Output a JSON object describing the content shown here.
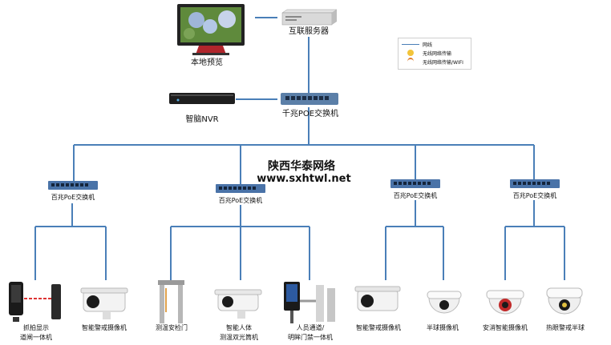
{
  "legend": {
    "items": [
      {
        "label": "网线",
        "icon": "line-icon"
      },
      {
        "label": "无线网络传输",
        "icon": "wireless-icon"
      },
      {
        "label": "无线网络传输/WIFI",
        "icon": "wifi-icon"
      }
    ]
  },
  "watermark": {
    "company": "陕西华泰网络",
    "url": "www.sxhtwl.net"
  },
  "nodes": {
    "local_preview": "本地预览",
    "internet_server": "互联服务器",
    "smart_nvr": "智脑NVR",
    "gigabit_poe": "千兆POE交换机",
    "poe_switch_1": "百兆PoE交换机",
    "poe_switch_2": "百兆PoE交换机",
    "poe_switch_3": "百兆PoE交换机",
    "poe_switch_4": "百兆PoE交换机"
  },
  "devices": [
    {
      "line1": "抓拍显示",
      "line2": "道闸一体机"
    },
    {
      "line1": "智能警戒摄像机",
      "line2": ""
    },
    {
      "line1": "测温安检门",
      "line2": ""
    },
    {
      "line1": "智能人体",
      "line2": "测温双光筒机"
    },
    {
      "line1": "人员通道/",
      "line2": "明眸门禁一体机"
    },
    {
      "line1": "智能警戒摄像机",
      "line2": ""
    },
    {
      "line1": "半球摄像机",
      "line2": ""
    },
    {
      "line1": "安消智能摄像机",
      "line2": ""
    },
    {
      "line1": "热眼警戒半球",
      "line2": ""
    }
  ],
  "colors": {
    "link": "#4a7fb8",
    "device_dark": "#2b2b2b",
    "switch_blue": "#3a6db5"
  }
}
